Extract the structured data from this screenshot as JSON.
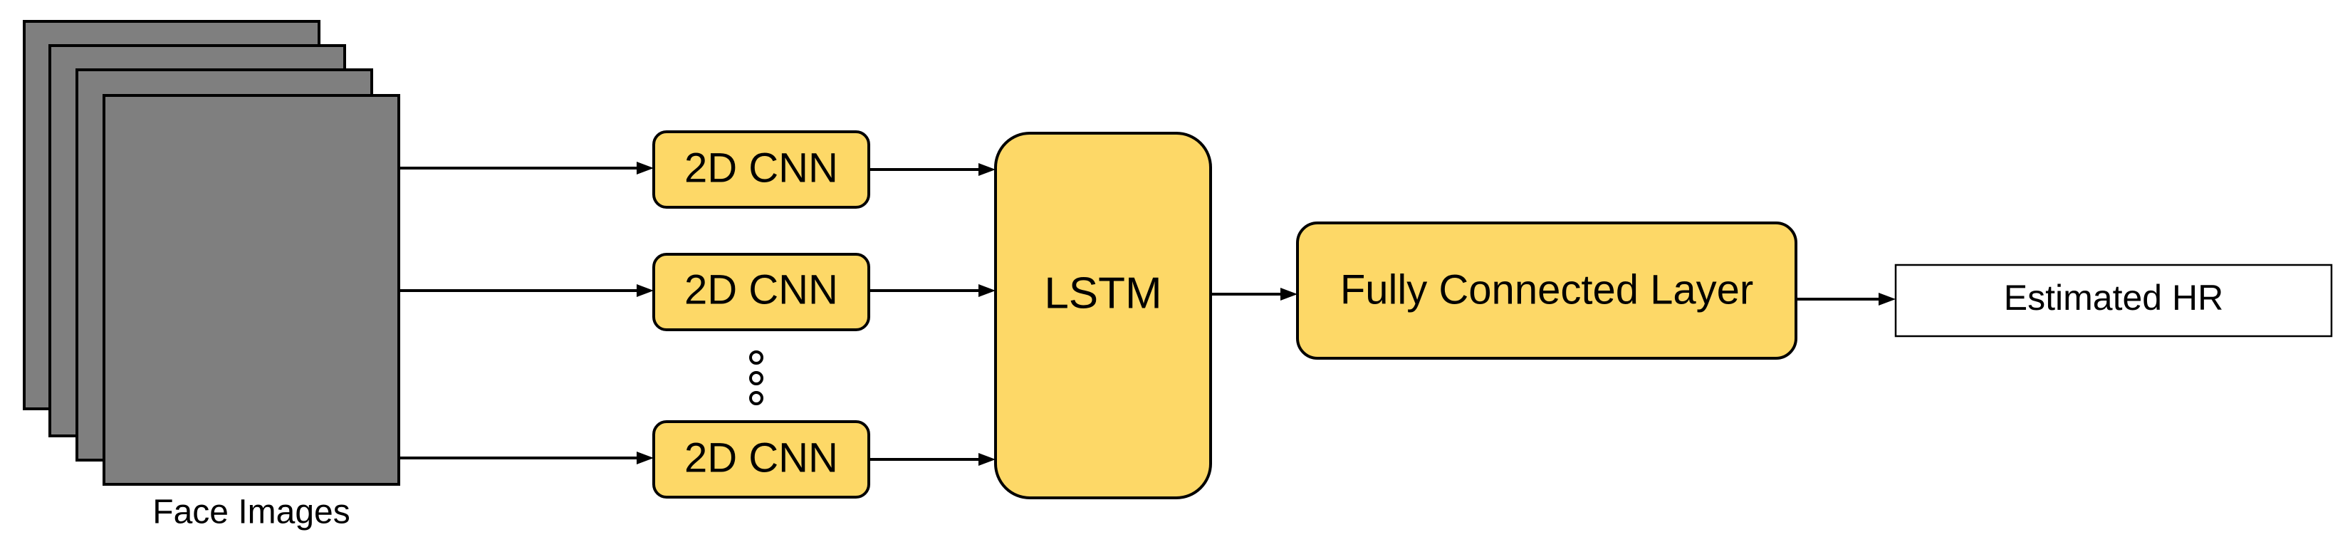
{
  "input": {
    "label": "Face Images",
    "frame_count": 4
  },
  "cnn_blocks": [
    {
      "label": "2D CNN"
    },
    {
      "label": "2D CNN"
    },
    {
      "label": "2D CNN"
    }
  ],
  "lstm": {
    "label": "LSTM"
  },
  "fully_connected": {
    "label": "Fully Connected Layer"
  },
  "output": {
    "label": "Estimated HR"
  },
  "colors": {
    "frame_fill": "#7f7f7f",
    "block_fill": "#fdd867",
    "output_fill": "#ffffff",
    "stroke": "#000000"
  }
}
